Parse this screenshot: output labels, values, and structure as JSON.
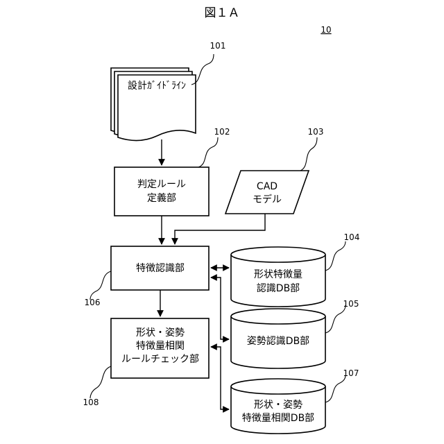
{
  "figure": {
    "title": "図１Ａ",
    "system_ref": "10"
  },
  "nodes": {
    "design_guideline": {
      "ref": "101",
      "label": "設計ｶﾞｲﾄﾞﾗｲﾝ"
    },
    "rule_definition": {
      "ref": "102",
      "line1": "判定ルール",
      "line2": "定義部"
    },
    "cad_model": {
      "ref": "103",
      "line1": "CAD",
      "line2": "モデル"
    },
    "shape_feature_db": {
      "ref": "104",
      "line1": "形状特徴量",
      "line2": "認識DB部"
    },
    "posture_db": {
      "ref": "105",
      "label": "姿勢認識DB部"
    },
    "feature_recognition": {
      "ref": "106",
      "label": "特徴認識部"
    },
    "correlation_db": {
      "ref": "107",
      "line1": "形状・姿勢",
      "line2": "特徴量相関DB部"
    },
    "rule_check": {
      "ref": "108",
      "line1": "形状・姿勢",
      "line2": "特徴量相関",
      "line3": "ルールチェック部"
    }
  }
}
